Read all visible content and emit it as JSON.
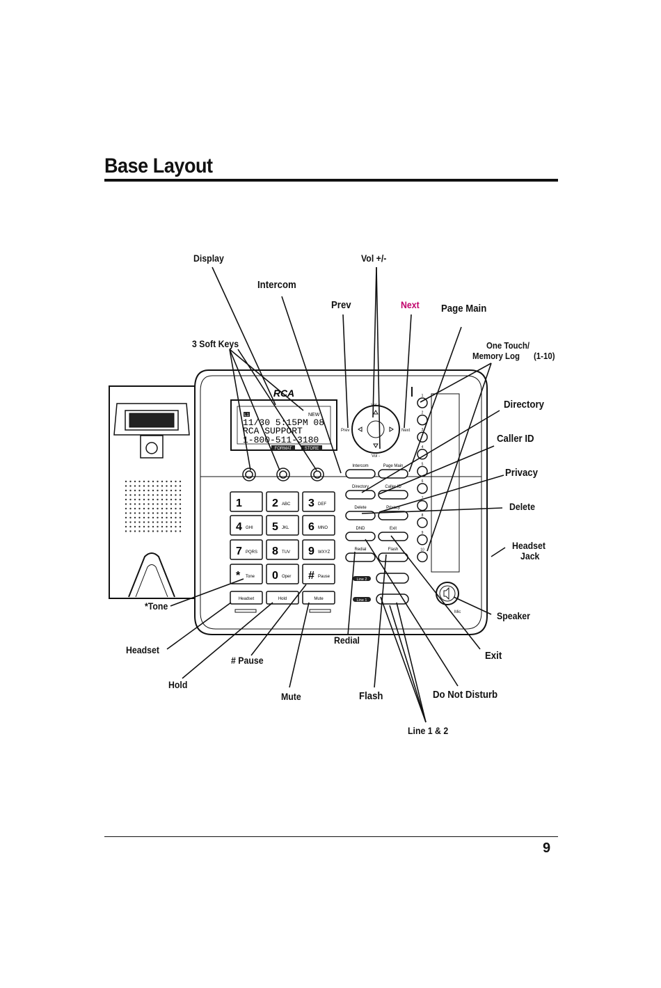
{
  "page": {
    "title": "Base Layout",
    "page_number": "9"
  },
  "callouts": {
    "display": "Display",
    "vol": "Vol +/-",
    "intercom": "Intercom",
    "prev": "Prev",
    "next": "Next",
    "page_main": "Page Main",
    "soft_keys": "3 Soft Keys",
    "one_touch_1": "One Touch/",
    "one_touch_2": "Memory Log",
    "one_touch_range": "(1-10)",
    "directory": "Directory",
    "caller_id": "Caller ID",
    "privacy": "Privacy",
    "delete": "Delete",
    "headset_jack_1": "Headset",
    "headset_jack_2": "Jack",
    "tone": "*Tone",
    "speaker": "Speaker",
    "headset": "Headset",
    "pause": "# Pause",
    "redial": "Redial",
    "exit": "Exit",
    "hold": "Hold",
    "mute": "Mute",
    "flash": "Flash",
    "do_not_disturb": "Do Not Disturb",
    "line12": "Line 1 & 2"
  },
  "phone": {
    "brand": "RCA",
    "lcd": {
      "indicator": "L1",
      "new": "NEW",
      "line1": "11/30  5:15PM 08",
      "line2": "RCA SUPPORT",
      "line3": "1-800-511-3180",
      "soft1": "FORMAT",
      "soft2": "STORE"
    },
    "nav": {
      "vol_up": "Vol +",
      "vol_down": "Vol -",
      "prev": "Prev",
      "next": "Next"
    },
    "keypad": [
      {
        "digit": "1",
        "letters": ""
      },
      {
        "digit": "2",
        "letters": "ABC"
      },
      {
        "digit": "3",
        "letters": "DEF"
      },
      {
        "digit": "4",
        "letters": "GHI"
      },
      {
        "digit": "5",
        "letters": "JKL"
      },
      {
        "digit": "6",
        "letters": "MNO"
      },
      {
        "digit": "7",
        "letters": "PQRS"
      },
      {
        "digit": "8",
        "letters": "TUV"
      },
      {
        "digit": "9",
        "letters": "WXYZ"
      },
      {
        "digit": "*",
        "letters": "Tone"
      },
      {
        "digit": "0",
        "letters": "Oper"
      },
      {
        "digit": "#",
        "letters": "Pause"
      }
    ],
    "bottom_keys": [
      "Headset",
      "Hold",
      "Mute"
    ],
    "func_keys": [
      [
        "Intercom",
        "Page Main"
      ],
      [
        "Directory",
        "Caller ID"
      ],
      [
        "Delete",
        "Privacy"
      ],
      [
        "DND",
        "Exit"
      ],
      [
        "Redial",
        "Flash"
      ]
    ],
    "line_keys": [
      "Line 2",
      "Line 1"
    ],
    "memory_keys": [
      "1",
      "2",
      "3",
      "4",
      "5",
      "6",
      "7",
      "8",
      "9",
      "10"
    ],
    "mic_label": "Mic"
  }
}
